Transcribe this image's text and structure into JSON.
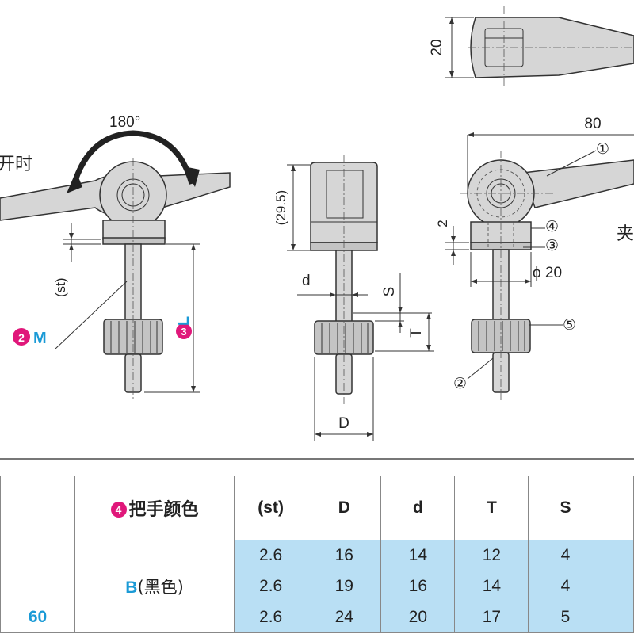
{
  "drawing": {
    "rotation_label": "180°",
    "open_label": "开时",
    "clamp_label": "夹",
    "dims": {
      "top_width": "20",
      "width_80": "80",
      "height_29_5": "(29.5)",
      "st": "(st)",
      "d": "d",
      "S": "S",
      "T": "T",
      "D": "D",
      "gap_2": "2",
      "phi_20": "ϕ 20"
    },
    "callouts": {
      "m_num": "2",
      "m_text": "M",
      "l_num": "3",
      "l_text": "L",
      "c1": "①",
      "c2": "②",
      "c3": "③",
      "c4": "④",
      "c5": "⑤"
    }
  },
  "table": {
    "header": {
      "handle_color_num": "4",
      "handle_color_text": "把手颜色",
      "cols": [
        "(st)",
        "D",
        "d",
        "T",
        "S"
      ]
    },
    "color_prefix": "B",
    "color_suffix": "(黑色)",
    "left_value_row3": "60",
    "rows": [
      [
        "2.6",
        "16",
        "14",
        "12",
        "4"
      ],
      [
        "2.6",
        "19",
        "16",
        "14",
        "4"
      ],
      [
        "2.6",
        "24",
        "20",
        "17",
        "5"
      ]
    ]
  }
}
